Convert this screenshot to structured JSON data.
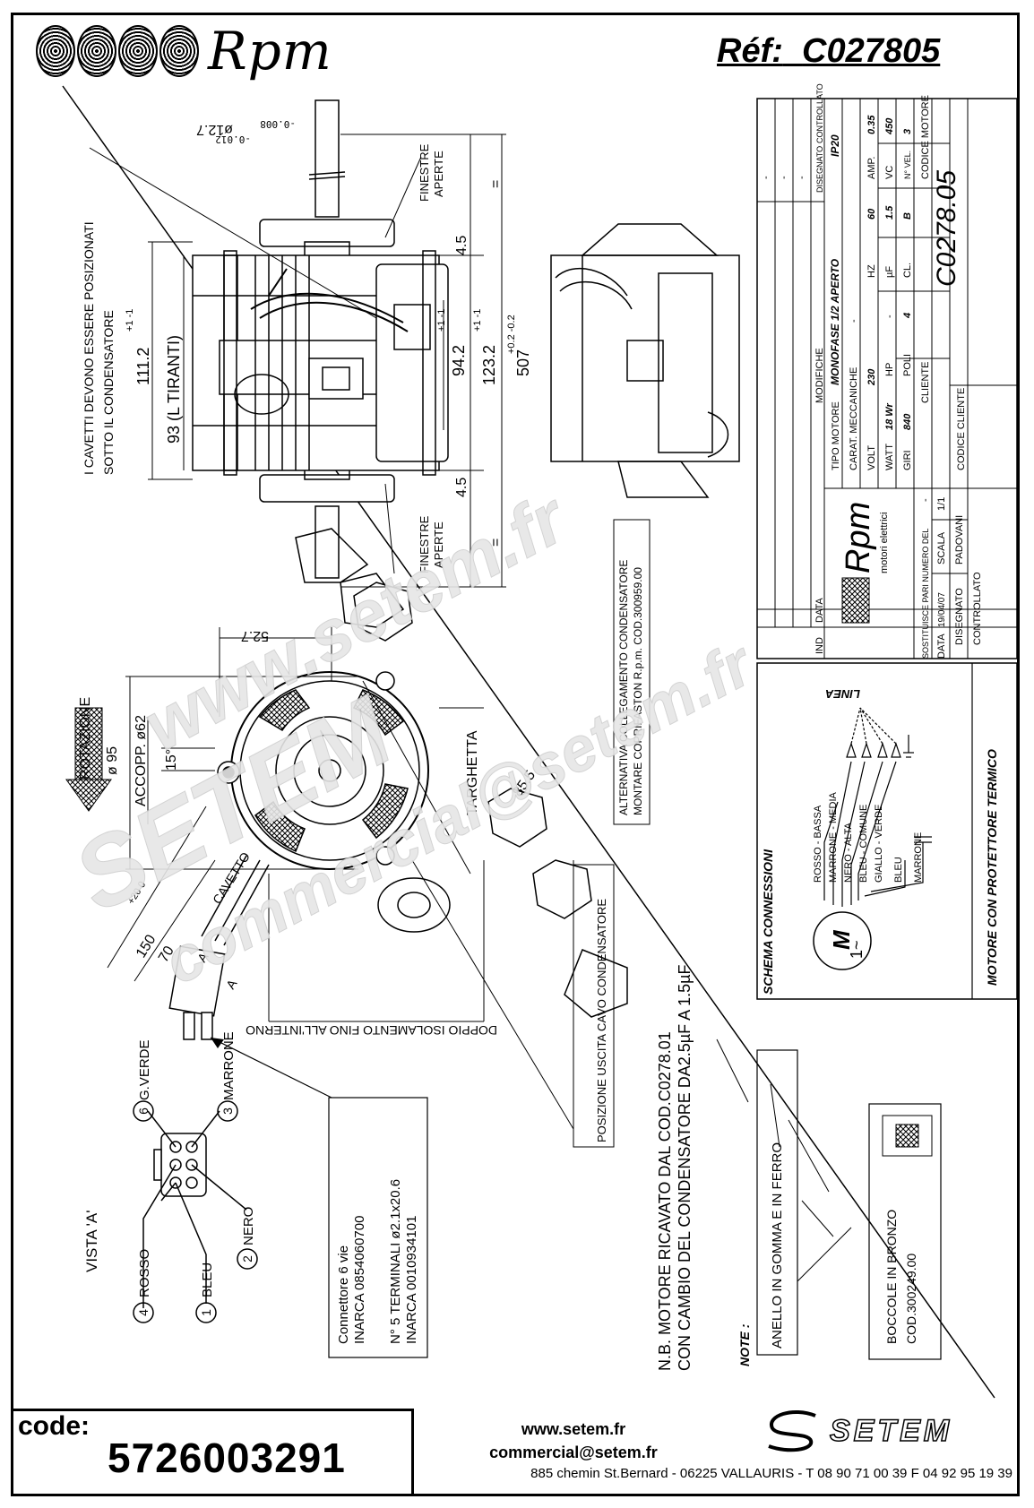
{
  "header": {
    "brand": "Rpm",
    "ref_label": "Réf:",
    "ref_value": "C027805"
  },
  "drawing": {
    "note_cables": "I CAVETTI DEVONO ESSERE POSIZIONATI",
    "note_cables_2": "SOTTO IL CONDENSATORE",
    "dim_shaft": "ø12.7",
    "dim_shaft_tol_upper": "-0.008",
    "dim_shaft_tol_lower": "-0.012",
    "dim_1112": "111.2",
    "dim_1112_tol": "+1 -1",
    "dim_93": "93 (L TIRANTI)",
    "dim_942": "94.2",
    "dim_942_tol": "+1 -1",
    "dim_1232": "123.2",
    "dim_1232_tol": "+1 -1",
    "dim_507": "507",
    "dim_507_tol": "+0.2 -0.2",
    "dim_45_top": "4.5",
    "dim_45_bottom": "4.5",
    "equal_sign": "=",
    "finestre_top": "FINESTRE",
    "aperte_top": "APERTE",
    "finestre_bottom": "FINESTRE",
    "aperte_bottom": "APERTE",
    "alt_note_1": "ALTERNATIVA COLLEGAMENTO CONDENSATORE",
    "alt_note_2": "MONTARE COPRIFASTON R.p.m. COD.300959.00",
    "dim_527": "52.7",
    "rotazione": "ROTAZIONE",
    "dim_95": "ø 95",
    "accopp": "ACCOPP. ø62",
    "angle_15": "15°",
    "targhetta": "TARGHETTA",
    "dim_855": "85.5",
    "dim_150": "150",
    "dim_150_tol": "+20 0",
    "dim_70": "70",
    "cavetto": "CAVETTO",
    "label_a1": "A",
    "label_a2": "A",
    "doppio_isolamento": "DOPPIO ISOLAMENTO FINO ALL'INTERNO",
    "posizione_uscita": "POSIZIONE USCITA CAVO CONDENSATORE",
    "connettore_1": "Connettore 6 vie",
    "connettore_2": "INARCA 0854060700",
    "connettore_3": "N° 5 TERMINALI ø2.1x20.6",
    "connettore_4": "INARCA 0010934101",
    "vista": "VISTA 'A'",
    "pins": [
      {
        "num": "6",
        "label": "G.VERDE"
      },
      {
        "num": "3",
        "label": "MARRONE"
      },
      {
        "num": "2",
        "label": "NERO"
      },
      {
        "num": "1",
        "label": "BLEU"
      },
      {
        "num": "4",
        "label": "ROSSO"
      }
    ],
    "nb_1": "N.B. MOTORE RICAVATO DAL COD.C0278.01",
    "nb_2": "CON CAMBIO DEL CONDENSATORE DA2.5µF A 1.5µF",
    "note_label": "NOTE :",
    "anello": "ANELLO IN GOMMA E IN FERRO",
    "boccole_1": "BOCCOLE IN BRONZO",
    "boccole_2": "COD.300249.00"
  },
  "title_block": {
    "header_cols": [
      "IND",
      "DATA",
      "MODIFICHE",
      "DISEGNATO",
      "CONTROLLATO"
    ],
    "dash": "-",
    "tipo_motore_label": "TIPO MOTORE",
    "tipo_motore_value": "MONOFASE 1/2 APERTO",
    "ip_value": "IP20",
    "carat_label": "CARAT. MECCANICHE",
    "volt_label": "VOLT",
    "volt_value": "230",
    "hz_label": "HZ",
    "hz_value": "60",
    "amp_label": "AMP.",
    "amp_value": "0.35",
    "watt_label": "WATT",
    "watt_value": "18 Wr",
    "hp_label": "HP",
    "hp_value": "-",
    "uf_label": "µF",
    "uf_value": "1.5",
    "vc_label": "VC",
    "vc_value": "450",
    "giri_label": "GIRI",
    "giri_value": "840",
    "poli_label": "POLI",
    "poli_value": "4",
    "cl_label": "CL.",
    "cl_value": "B",
    "nvel_label": "N° VEL.",
    "nvel_value": "3",
    "cliente_label": "CLIENTE",
    "codice_motore_label": "CODICE MOTORE",
    "codice_motore_value": "C0278.05",
    "codice_cliente_label": "CODICE CLIENTE",
    "sostituisce_label": "SOSTITUISCE PARI NUMERO DEL",
    "sostituisce_value": "-",
    "data_label": "DATA",
    "data_value": "19/04/07",
    "scala_label": "SCALA",
    "scala_value": "1/1",
    "disegnato_label": "DISEGNATO",
    "disegnato_value": "PADOVANI",
    "controllato_label": "CONTROLLATO",
    "rpm_brand": "Rpm",
    "rpm_sub": "motori elettrici"
  },
  "connections": {
    "title": "SCHEMA CONNESSIONI",
    "linea": "LINEA",
    "wires": [
      "ROSSO - BASSA",
      "MARRONE - MEDIA",
      "NERO - ALTA",
      "BLEU - COMUNE",
      "GIALLO - VERDE",
      "BLEU",
      "MARRONE"
    ],
    "motor_m": "M",
    "motor_sub": "1~",
    "protettore": "MOTORE CON PROTETTORE TERMICO"
  },
  "watermark": {
    "site": "www.setem.fr",
    "brand": "SETEM",
    "mail": "commercial@setem.fr"
  },
  "footer": {
    "code_label": "code:",
    "code_value": "5726003291",
    "web": "www.setem.fr",
    "email": "commercial@setem.fr",
    "address": "885 chemin St.Bernard  -  06225 VALLAURIS  -  T 08 90 71 00 39   F 04 92 95 19 39",
    "logo_text": "SETEM"
  }
}
